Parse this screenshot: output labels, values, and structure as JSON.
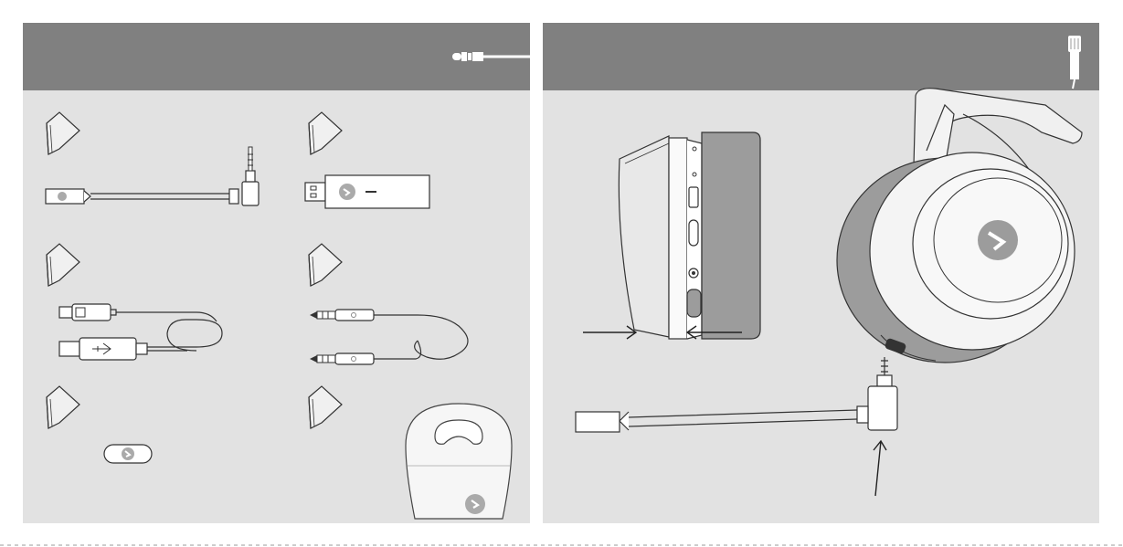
{
  "panels": {
    "left": {
      "header_icon": "audio-jack-plug-icon",
      "items": [
        {
          "id": "detachable-boom-mic",
          "icon": "mic-arm-with-jack-icon"
        },
        {
          "id": "usb-wireless-dongle",
          "icon": "usb-dongle-icon"
        },
        {
          "id": "usb-charging-cable",
          "icon": "usb-cable-icon"
        },
        {
          "id": "aux-audio-cable",
          "icon": "aux-cable-icon"
        },
        {
          "id": "mic-port-cover",
          "icon": "port-cover-icon"
        },
        {
          "id": "carry-pouch",
          "icon": "pouch-icon"
        }
      ]
    },
    "right": {
      "header_icon": "microphone-icon",
      "diagrams": [
        {
          "id": "headset-side-view",
          "icon": "headset-side-icon"
        },
        {
          "id": "headset-front-view-with-mic",
          "icon": "headset-mic-attach-icon"
        }
      ]
    }
  },
  "colors": {
    "header": "#808080",
    "panel": "#e2e2e2",
    "line": "#3c3c3c",
    "earcup_gray": "#9c9c9c",
    "cushion_gray": "#b4b4b4"
  }
}
